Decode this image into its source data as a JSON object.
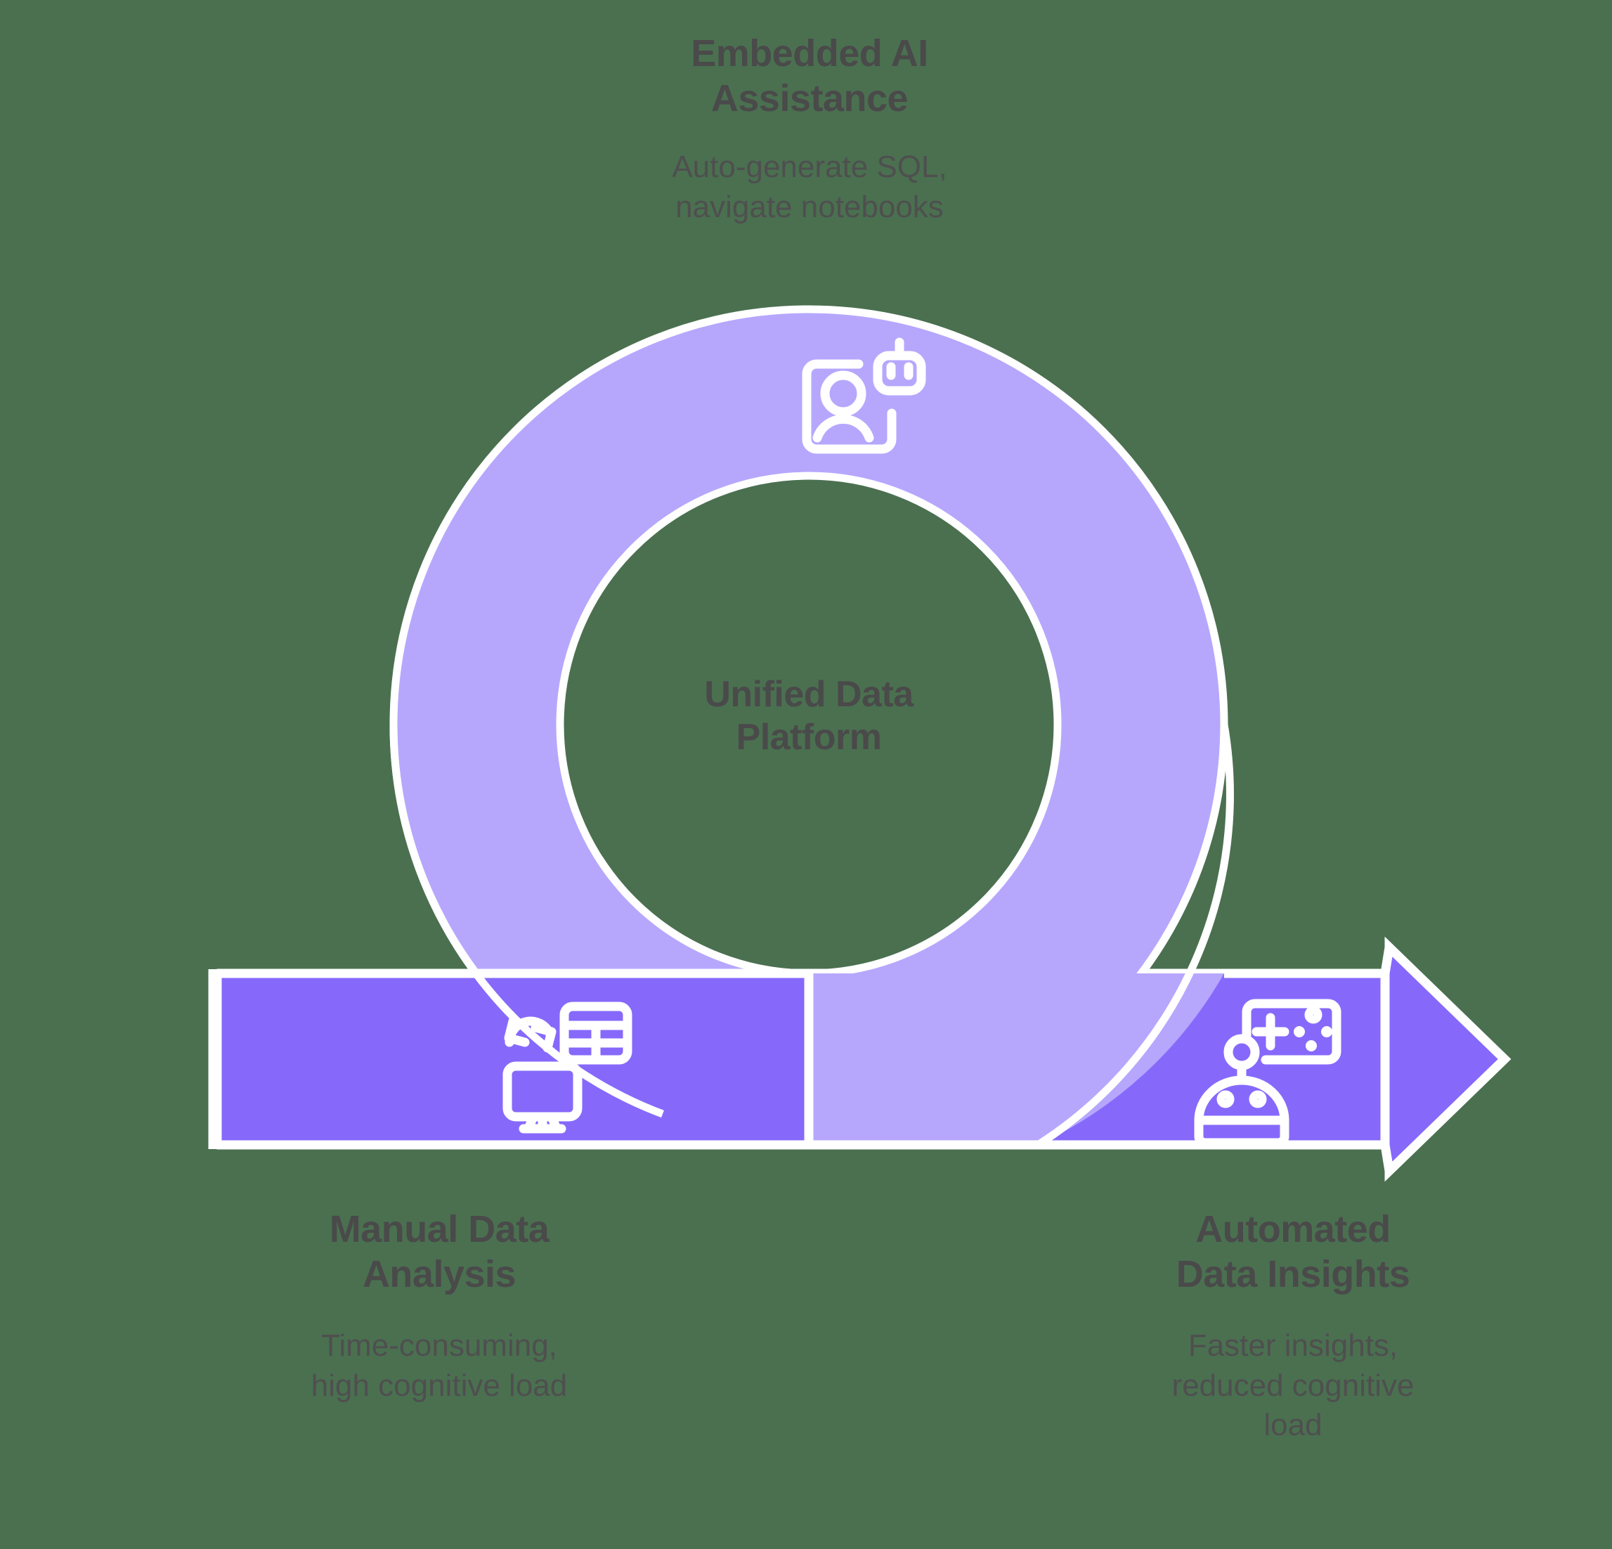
{
  "background_color": "#4a7050",
  "palette": {
    "ring_light_purple": "#b6a7fd",
    "arrow_dark_purple": "#8669fb",
    "outline_white": "#ffffff",
    "text_dark": "#4a4a4a"
  },
  "diagram": {
    "type": "cycle-to-arrow-process",
    "top_node": {
      "title": "Embedded AI\nAssistance",
      "subtitle": "Auto-generate SQL,\nnavigate notebooks",
      "icon": "person-frame-robot-icon"
    },
    "center_node": {
      "title": "Unified Data\nPlatform"
    },
    "left_node": {
      "title": "Manual Data\nAnalysis",
      "subtitle": "Time-consuming,\nhigh cognitive load",
      "icon": "monitor-table-sync-icon"
    },
    "right_node": {
      "title": "Automated\nData Insights",
      "subtitle": "Faster insights,\nreduced cognitive\nload",
      "icon": "robot-insights-panel-icon"
    }
  }
}
